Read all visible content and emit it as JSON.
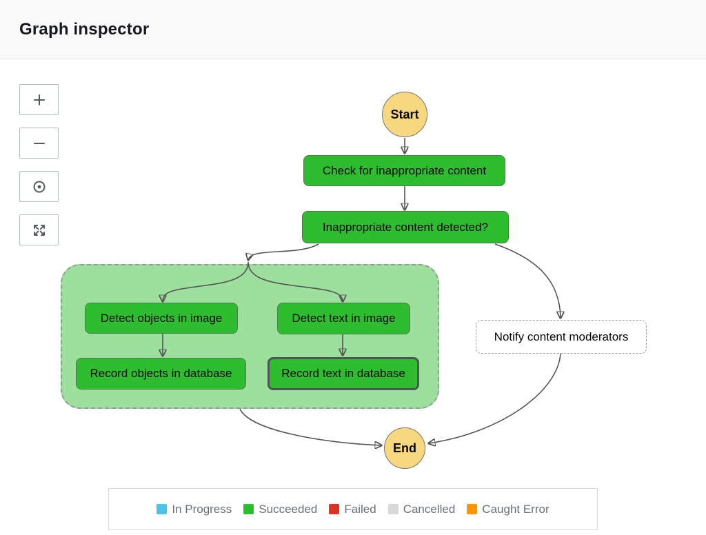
{
  "header": {
    "title": "Graph inspector"
  },
  "toolbar": {
    "buttons": [
      {
        "name": "zoom-in",
        "icon": "plus"
      },
      {
        "name": "zoom-out",
        "icon": "minus"
      },
      {
        "name": "center-view",
        "icon": "target-dot"
      },
      {
        "name": "fit-view",
        "icon": "expand-arrows"
      }
    ]
  },
  "graph": {
    "nodes": [
      {
        "id": "start",
        "label": "Start",
        "type": "terminal"
      },
      {
        "id": "check-content",
        "label": "Check for inappropriate content",
        "type": "task",
        "status": "succeeded"
      },
      {
        "id": "content-detected",
        "label": "Inappropriate content detected?",
        "type": "task",
        "status": "succeeded"
      },
      {
        "id": "parallel-state",
        "label": "",
        "type": "parallel",
        "status": "succeeded"
      },
      {
        "id": "detect-objects",
        "label": "Detect objects in image",
        "type": "task",
        "status": "succeeded"
      },
      {
        "id": "record-objects",
        "label": "Record objects in database",
        "type": "task",
        "status": "succeeded"
      },
      {
        "id": "detect-text",
        "label": "Detect text in image",
        "type": "task",
        "status": "succeeded"
      },
      {
        "id": "record-text",
        "label": "Record text in database",
        "type": "task",
        "status": "succeeded",
        "selected": true
      },
      {
        "id": "notify-moderators",
        "label": "Notify content moderators",
        "type": "task",
        "status": "not-executed"
      },
      {
        "id": "end",
        "label": "End",
        "type": "terminal"
      }
    ],
    "edges": [
      {
        "from": "start",
        "to": "check-content"
      },
      {
        "from": "check-content",
        "to": "content-detected"
      },
      {
        "from": "content-detected",
        "to": "parallel-state"
      },
      {
        "from": "parallel-state",
        "to": "detect-objects"
      },
      {
        "from": "parallel-state",
        "to": "detect-text"
      },
      {
        "from": "detect-objects",
        "to": "record-objects"
      },
      {
        "from": "detect-text",
        "to": "record-text"
      },
      {
        "from": "parallel-state",
        "to": "end"
      },
      {
        "from": "content-detected",
        "to": "notify-moderators"
      },
      {
        "from": "notify-moderators",
        "to": "end"
      }
    ]
  },
  "legend": {
    "items": [
      {
        "label": "In Progress",
        "color": "#4ec3e8"
      },
      {
        "label": "Succeeded",
        "color": "#2ebd2e"
      },
      {
        "label": "Failed",
        "color": "#db3226"
      },
      {
        "label": "Cancelled",
        "color": "#d8d8d8"
      },
      {
        "label": "Caught Error",
        "color": "#fb9600"
      }
    ]
  },
  "colors": {
    "succeeded_fill": "#2ebd2e",
    "parallel_fill": "#9ddf9d",
    "terminal_fill": "#f8d87e",
    "edge": "#545454",
    "header_bg": "#fafafa"
  }
}
